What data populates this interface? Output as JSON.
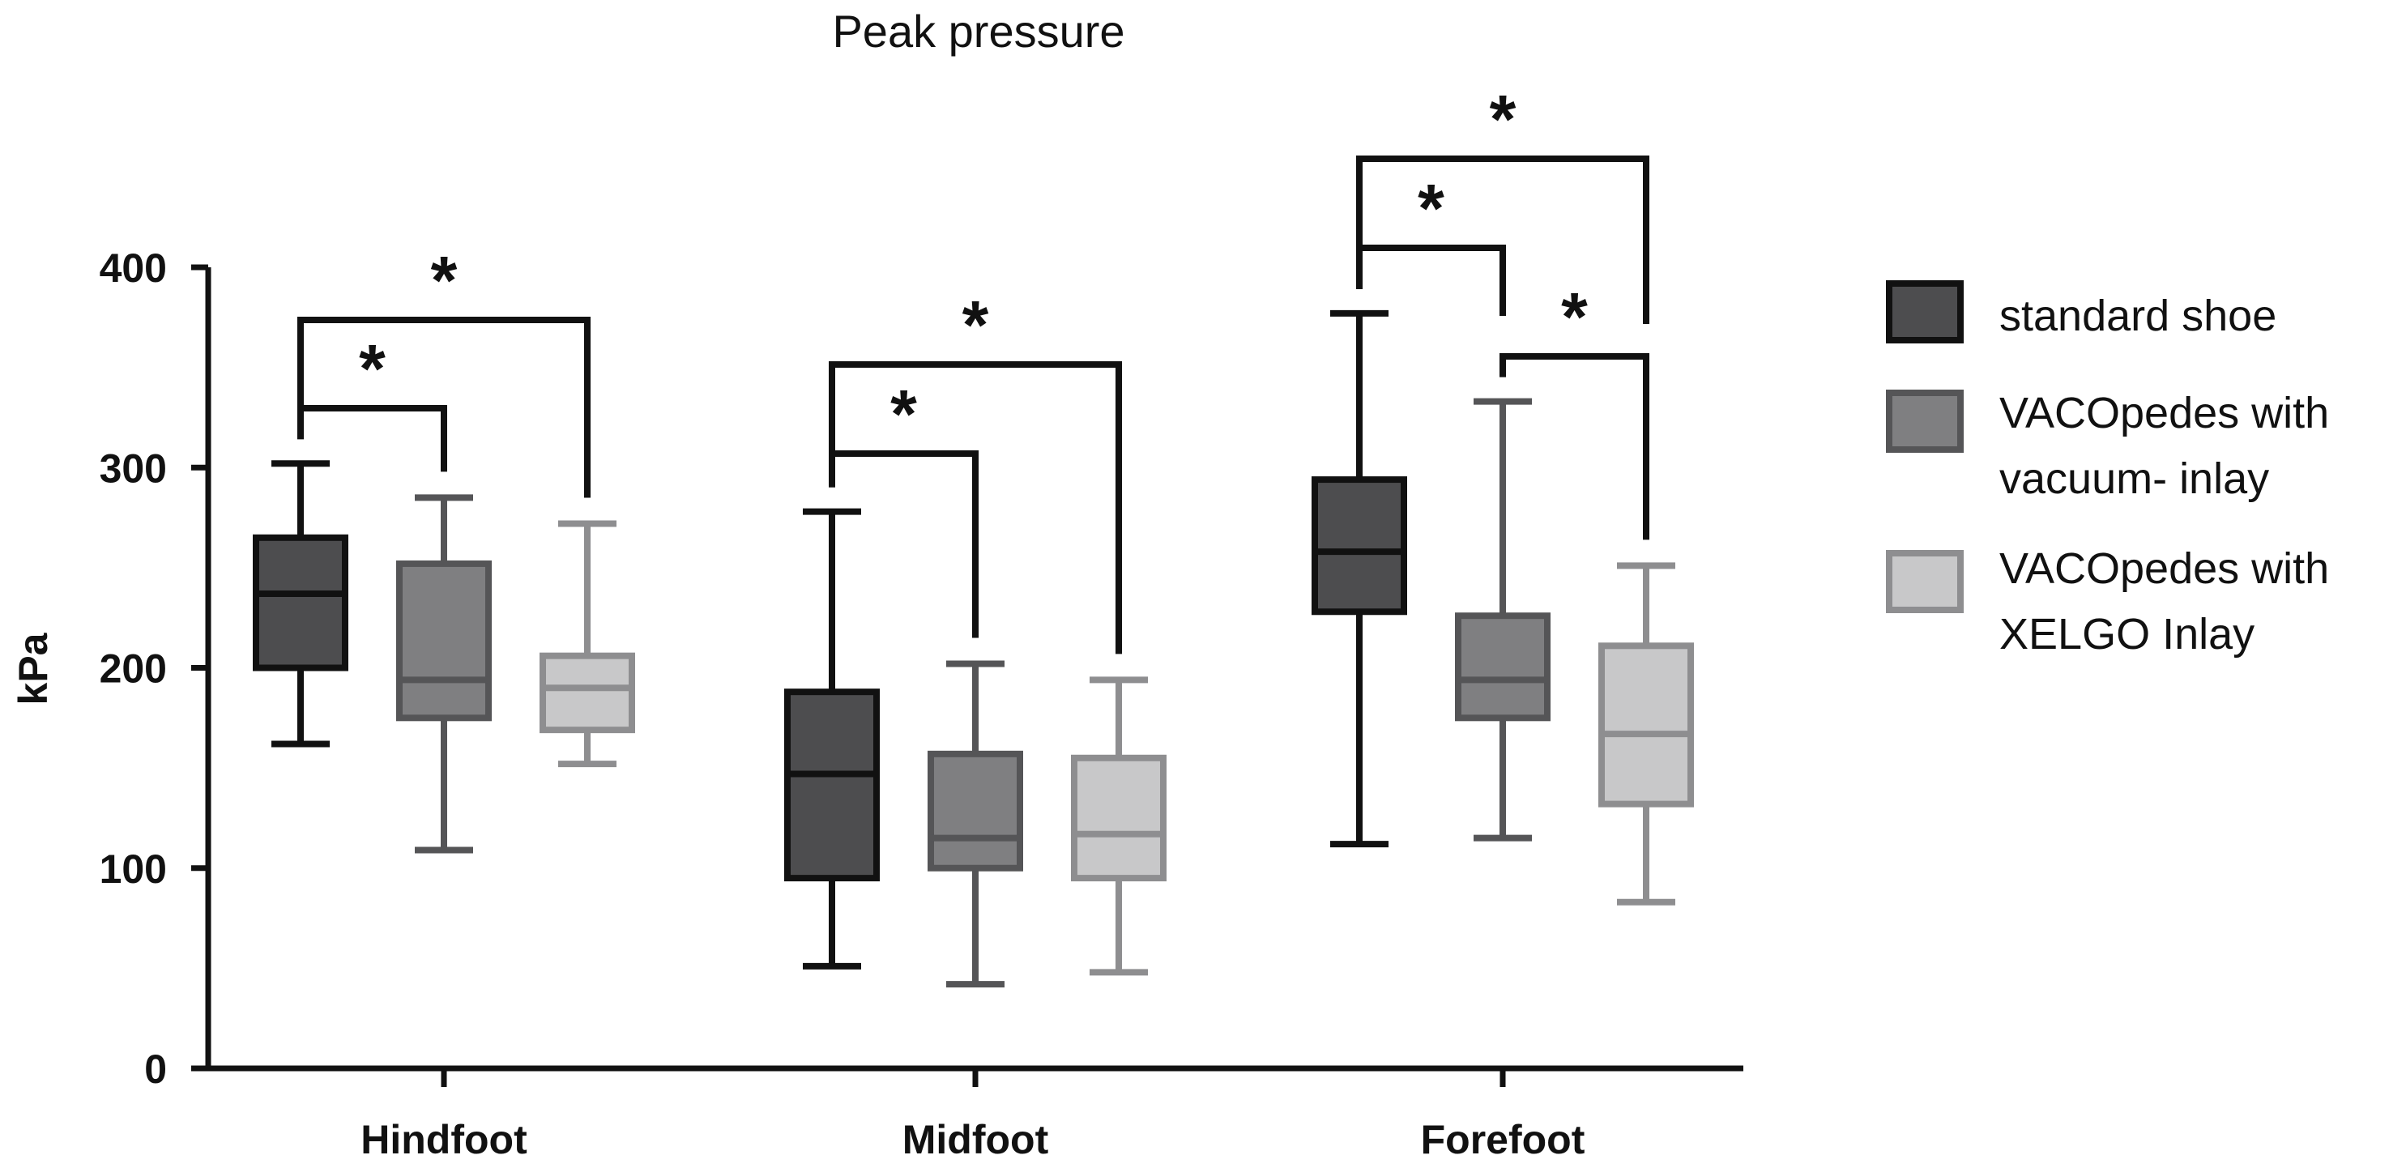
{
  "chart_data": {
    "type": "boxplot",
    "title": "Peak pressure",
    "xlabel": "",
    "ylabel": "kPa",
    "ylim": [
      0,
      400
    ],
    "yticks": [
      0,
      100,
      200,
      300,
      400
    ],
    "categories": [
      "Hindfoot",
      "Midfoot",
      "Forefoot"
    ],
    "legend_position": "right",
    "series": [
      {
        "name": "standard shoe",
        "fill": "#4d4d4f",
        "stroke": "#111111",
        "boxes": [
          {
            "min": 162,
            "q1": 200,
            "median": 237,
            "q3": 265,
            "max": 302
          },
          {
            "min": 51,
            "q1": 95,
            "median": 147,
            "q3": 188,
            "max": 278
          },
          {
            "min": 112,
            "q1": 228,
            "median": 258,
            "q3": 294,
            "max": 377
          }
        ]
      },
      {
        "name": "VACOpedes with vacuum- inlay",
        "legend_lines": [
          "VACOpedes with",
          "vacuum- inlay"
        ],
        "fill": "#7f7f81",
        "stroke": "#555557",
        "boxes": [
          {
            "min": 109,
            "q1": 175,
            "median": 194,
            "q3": 252,
            "max": 285
          },
          {
            "min": 42,
            "q1": 100,
            "median": 115,
            "q3": 157,
            "max": 202
          },
          {
            "min": 115,
            "q1": 175,
            "median": 194,
            "q3": 226,
            "max": 333
          }
        ]
      },
      {
        "name": "VACOpedes with XELGO Inlay",
        "legend_lines": [
          "VACOpedes with",
          "XELGO Inlay"
        ],
        "fill": "#c8c8c9",
        "stroke": "#8e8e90",
        "boxes": [
          {
            "min": 152,
            "q1": 169,
            "median": 190,
            "q3": 206,
            "max": 272
          },
          {
            "min": 48,
            "q1": 95,
            "median": 117,
            "q3": 155,
            "max": 194
          },
          {
            "min": 83,
            "q1": 132,
            "median": 167,
            "q3": 211,
            "max": 251
          }
        ]
      }
    ],
    "significance": [
      {
        "category": 0,
        "from": 0,
        "to": 1,
        "label": "*"
      },
      {
        "category": 0,
        "from": 0,
        "to": 2,
        "label": "*"
      },
      {
        "category": 1,
        "from": 0,
        "to": 1,
        "label": "*"
      },
      {
        "category": 1,
        "from": 0,
        "to": 2,
        "label": "*"
      },
      {
        "category": 2,
        "from": 0,
        "to": 1,
        "label": "*"
      },
      {
        "category": 2,
        "from": 0,
        "to": 2,
        "label": "*"
      },
      {
        "category": 2,
        "from": 1,
        "to": 2,
        "label": "*"
      }
    ]
  }
}
